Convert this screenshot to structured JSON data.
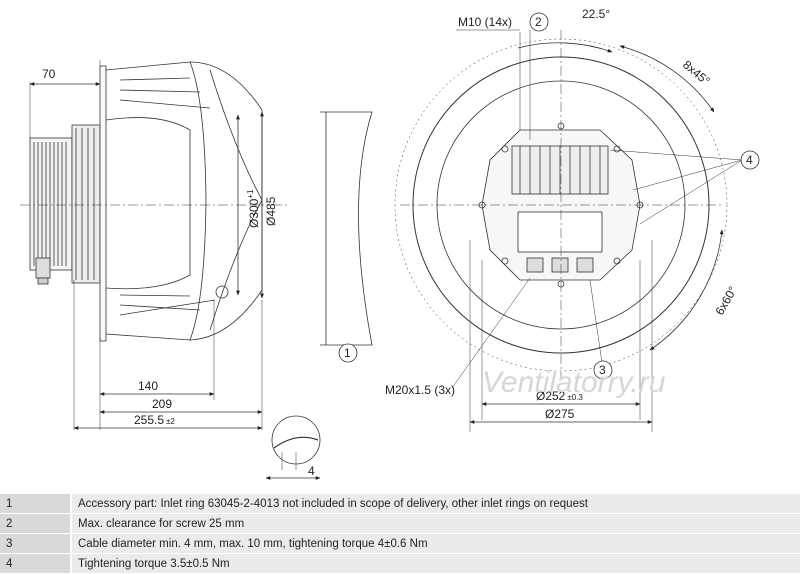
{
  "dims": {
    "d70": "70",
    "d140": "140",
    "d209": "209",
    "d255": "255.5",
    "d255_tol": "±2",
    "d300": "Ø300",
    "d300_tol": "+1",
    "d485": "Ø485",
    "d4": "4",
    "m10": "M10 (14x)",
    "angle22": "22.5°",
    "angle8x45": "8x45°",
    "angle6x60": "6x60°",
    "m20": "M20x1.5 (3x)",
    "d252": "Ø252",
    "d252_tol": "±0.3",
    "d275": "Ø275"
  },
  "callouts": {
    "c1": "1",
    "c2": "2",
    "c3": "3",
    "c4": "4"
  },
  "watermark": "Ventilatorry.ru",
  "notes": [
    {
      "num": "1",
      "text": "Accessory part: Inlet ring 63045-2-4013 not included in scope of delivery, other inlet rings on request"
    },
    {
      "num": "2",
      "text": "Max. clearance for screw 25 mm"
    },
    {
      "num": "3",
      "text": "Cable diameter min. 4 mm, max. 10 mm, tightening torque 4±0.6 Nm"
    },
    {
      "num": "4",
      "text": "Tightening torque 3.5±0.5 Nm"
    }
  ]
}
